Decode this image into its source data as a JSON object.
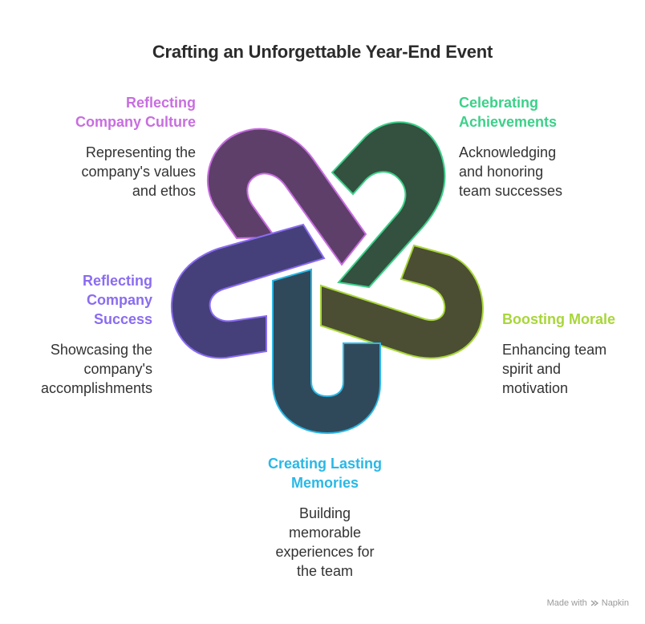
{
  "title": "Crafting an Unforgettable Year-End Event",
  "colors": {
    "culture": "#c86ee0",
    "achievements": "#3dd08a",
    "morale": "#a8d63a",
    "memories": "#2ab8e6",
    "success": "#8a6cf0",
    "culture_fill": "#5e3f6a",
    "achievements_fill": "#34503f",
    "morale_fill": "#4b4e33",
    "memories_fill": "#30495a",
    "success_fill": "#45407a"
  },
  "nodes": {
    "culture": {
      "heading": "Reflecting\nCompany Culture",
      "desc": "Representing the\ncompany's values\nand ethos"
    },
    "achievements": {
      "heading": "Celebrating\nAchievements",
      "desc": "Acknowledging\nand honoring\nteam successes"
    },
    "morale": {
      "heading": "Boosting Morale",
      "desc": "Enhancing team\nspirit and\nmotivation"
    },
    "memories": {
      "heading": "Creating Lasting\nMemories",
      "desc": "Building\nmemorable\nexperiences for\nthe team"
    },
    "success": {
      "heading": "Reflecting\nCompany\nSuccess",
      "desc": "Showcasing the\ncompany's\naccomplishments"
    }
  },
  "footer": {
    "label": "Made with",
    "brand": "Napkin"
  }
}
